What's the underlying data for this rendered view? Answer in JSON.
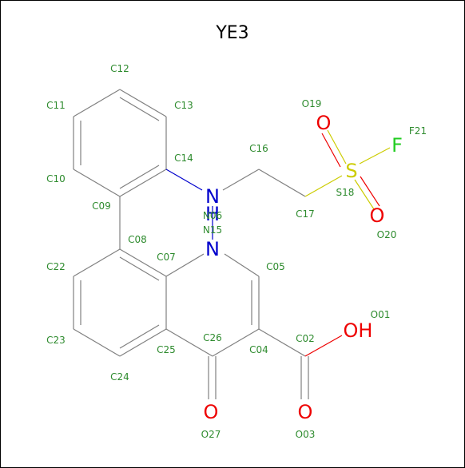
{
  "title": "YE3",
  "colors": {
    "bond": "#808080",
    "carbon_label": "#2e8b2e",
    "nitrogen": "#0000cc",
    "oxygen": "#ee0000",
    "sulfur": "#cccc00",
    "fluorine": "#22cc22"
  },
  "atom_labels": [
    "C12",
    "C11",
    "C13",
    "C14",
    "C10",
    "C09",
    "C16",
    "C17",
    "N06",
    "N15",
    "C08",
    "C07",
    "C05",
    "C22",
    "C23",
    "C24",
    "C25",
    "C26",
    "C04",
    "C02",
    "O01",
    "O03",
    "O27",
    "O19",
    "F21",
    "S18",
    "O20"
  ],
  "symbols": {
    "n_upper": "N",
    "h_upper": "H",
    "n_lower": "N",
    "s": "S",
    "f": "F",
    "o19": "O",
    "o20": "O",
    "o_acid": "OH",
    "o03": "O",
    "o27": "O"
  }
}
